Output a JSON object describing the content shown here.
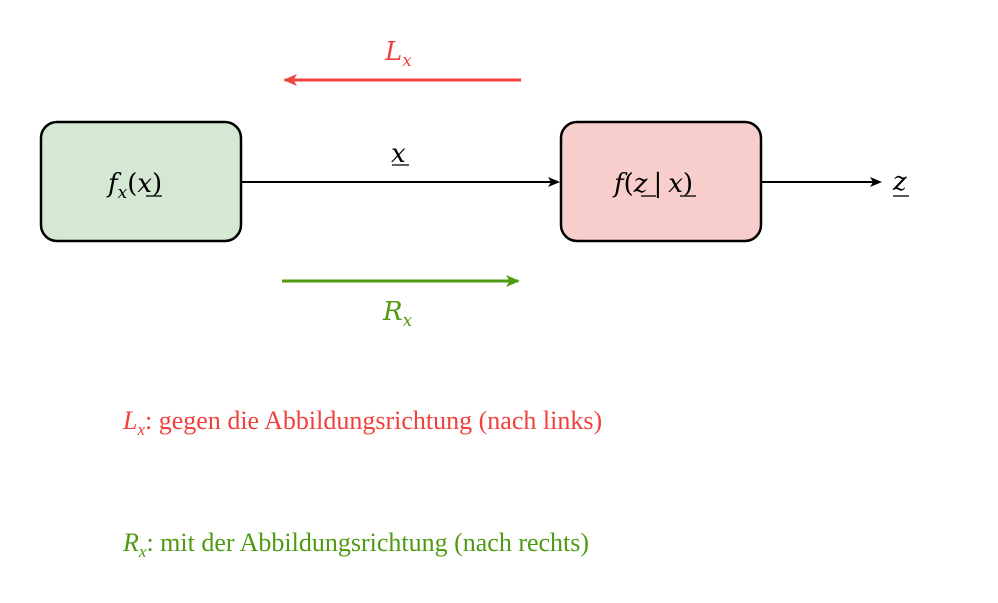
{
  "colors": {
    "left_arrow": "#f0413c",
    "right_arrow": "#4f9a12",
    "box_prior_fill": "#d5e8d4",
    "box_conditional_fill": "#f8cecc",
    "stroke": "#000000"
  },
  "boxes": {
    "prior": {
      "func": "f",
      "sub": "x",
      "arg": "x"
    },
    "conditional": {
      "func": "f",
      "arg_left": "z",
      "sep": "|",
      "arg_right": "x"
    }
  },
  "labels": {
    "edge_x": "x",
    "output_z": "z",
    "left_main": "L",
    "left_sub": "x",
    "right_main": "R",
    "right_sub": "x"
  },
  "legend": {
    "left": {
      "symbol": "L",
      "sub": "x",
      "text": ": gegen die Abbildungsrichtung (nach links)"
    },
    "right": {
      "symbol": "R",
      "sub": "x",
      "text": ": mit der Abbildungsrichtung (nach rechts)"
    }
  }
}
